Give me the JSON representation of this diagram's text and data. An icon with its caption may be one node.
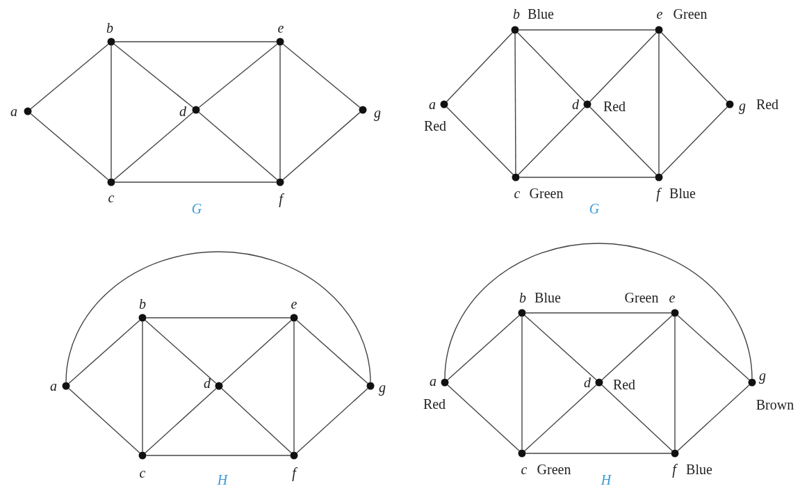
{
  "diagram": {
    "nodes": [
      {
        "text": [],
        "shape": "circle",
        "beside": [
          "a"
        ]
      },
      {
        "text": [],
        "shape": "circle",
        "beside": [
          "b"
        ]
      },
      {
        "text": [],
        "shape": "circle",
        "beside": [
          "c"
        ]
      },
      {
        "text": [],
        "shape": "circle",
        "beside": [
          "d"
        ]
      },
      {
        "text": [],
        "shape": "circle",
        "beside": [
          "e"
        ]
      },
      {
        "text": [],
        "shape": "circle",
        "beside": [
          "f"
        ]
      },
      {
        "text": [],
        "shape": "circle",
        "beside": [
          "g"
        ]
      },
      {
        "text": [],
        "shape": "circle",
        "beside": [
          "a",
          "Red"
        ]
      },
      {
        "text": [],
        "shape": "circle",
        "beside": [
          "b",
          "Blue"
        ]
      },
      {
        "text": [],
        "shape": "circle",
        "beside": [
          "c",
          "Green"
        ]
      },
      {
        "text": [],
        "shape": "circle",
        "beside": [
          "d",
          "Red"
        ]
      },
      {
        "text": [],
        "shape": "circle",
        "beside": [
          "e",
          "Green"
        ]
      },
      {
        "text": [],
        "shape": "circle",
        "beside": [
          "f",
          "Blue"
        ]
      },
      {
        "text": [],
        "shape": "circle",
        "beside": [
          "g",
          "Red"
        ]
      },
      {
        "text": [],
        "shape": "circle",
        "beside": [
          "a"
        ]
      },
      {
        "text": [],
        "shape": "circle",
        "beside": [
          "b"
        ]
      },
      {
        "text": [],
        "shape": "circle",
        "beside": [
          "c"
        ]
      },
      {
        "text": [],
        "shape": "circle",
        "beside": [
          "d"
        ]
      },
      {
        "text": [],
        "shape": "circle",
        "beside": [
          "e"
        ]
      },
      {
        "text": [],
        "shape": "circle",
        "beside": [
          "f"
        ]
      },
      {
        "text": [],
        "shape": "circle",
        "beside": [
          "g"
        ]
      },
      {
        "text": [],
        "shape": "circle",
        "beside": [
          "a",
          "Red"
        ]
      },
      {
        "text": [],
        "shape": "circle",
        "beside": [
          "b",
          "Blue"
        ]
      },
      {
        "text": [],
        "shape": "circle",
        "beside": [
          "c",
          "Green"
        ]
      },
      {
        "text": [],
        "shape": "circle",
        "beside": [
          "d",
          "Red"
        ]
      },
      {
        "text": [],
        "shape": "circle",
        "beside": [
          "Green",
          "e"
        ]
      },
      {
        "text": [],
        "shape": "circle",
        "beside": [
          "f",
          "Blue"
        ]
      },
      {
        "text": [],
        "shape": "circle",
        "beside": [
          "g",
          "Brown"
        ]
      }
    ],
    "edges": [
      {
        "from": 0,
        "to": 1,
        "arrow": "none"
      },
      {
        "from": 0,
        "to": 2,
        "arrow": "none"
      },
      {
        "from": 1,
        "to": 2,
        "arrow": "none"
      },
      {
        "from": 1,
        "to": 3,
        "arrow": "none"
      },
      {
        "from": 1,
        "to": 4,
        "arrow": "none"
      },
      {
        "from": 2,
        "to": 3,
        "arrow": "none"
      },
      {
        "from": 2,
        "to": 5,
        "arrow": "none"
      },
      {
        "from": 3,
        "to": 4,
        "arrow": "none"
      },
      {
        "from": 3,
        "to": 5,
        "arrow": "none"
      },
      {
        "from": 4,
        "to": 5,
        "arrow": "none"
      },
      {
        "from": 4,
        "to": 6,
        "arrow": "none"
      },
      {
        "from": 5,
        "to": 6,
        "arrow": "none"
      },
      {
        "from": 7,
        "to": 8,
        "arrow": "none"
      },
      {
        "from": 7,
        "to": 9,
        "arrow": "none"
      },
      {
        "from": 8,
        "to": 9,
        "arrow": "none"
      },
      {
        "from": 8,
        "to": 10,
        "arrow": "none"
      },
      {
        "from": 8,
        "to": 11,
        "arrow": "none"
      },
      {
        "from": 9,
        "to": 10,
        "arrow": "none"
      },
      {
        "from": 9,
        "to": 12,
        "arrow": "none"
      },
      {
        "from": 10,
        "to": 11,
        "arrow": "none"
      },
      {
        "from": 10,
        "to": 12,
        "arrow": "none"
      },
      {
        "from": 11,
        "to": 12,
        "arrow": "none"
      },
      {
        "from": 11,
        "to": 13,
        "arrow": "none"
      },
      {
        "from": 12,
        "to": 13,
        "arrow": "none"
      },
      {
        "from": 14,
        "to": 15,
        "arrow": "none"
      },
      {
        "from": 14,
        "to": 16,
        "arrow": "none"
      },
      {
        "from": 15,
        "to": 16,
        "arrow": "none"
      },
      {
        "from": 15,
        "to": 17,
        "arrow": "none"
      },
      {
        "from": 15,
        "to": 18,
        "arrow": "none"
      },
      {
        "from": 16,
        "to": 17,
        "arrow": "none"
      },
      {
        "from": 16,
        "to": 19,
        "arrow": "none"
      },
      {
        "from": 17,
        "to": 18,
        "arrow": "none"
      },
      {
        "from": 17,
        "to": 19,
        "arrow": "none"
      },
      {
        "from": 18,
        "to": 19,
        "arrow": "none"
      },
      {
        "from": 18,
        "to": 20,
        "arrow": "none"
      },
      {
        "from": 19,
        "to": 20,
        "arrow": "none"
      },
      {
        "from": 14,
        "to": 20,
        "arrow": "none"
      },
      {
        "from": 21,
        "to": 22,
        "arrow": "none"
      },
      {
        "from": 21,
        "to": 23,
        "arrow": "none"
      },
      {
        "from": 22,
        "to": 23,
        "arrow": "none"
      },
      {
        "from": 22,
        "to": 24,
        "arrow": "none"
      },
      {
        "from": 22,
        "to": 25,
        "arrow": "none"
      },
      {
        "from": 23,
        "to": 24,
        "arrow": "none"
      },
      {
        "from": 23,
        "to": 26,
        "arrow": "none"
      },
      {
        "from": 24,
        "to": 25,
        "arrow": "none"
      },
      {
        "from": 24,
        "to": 26,
        "arrow": "none"
      },
      {
        "from": 25,
        "to": 26,
        "arrow": "none"
      },
      {
        "from": 25,
        "to": 27,
        "arrow": "none"
      },
      {
        "from": 26,
        "to": 27,
        "arrow": "none"
      },
      {
        "from": 21,
        "to": 27,
        "arrow": "none"
      }
    ],
    "labels": [
      "G",
      "G",
      "H",
      "H"
    ]
  }
}
